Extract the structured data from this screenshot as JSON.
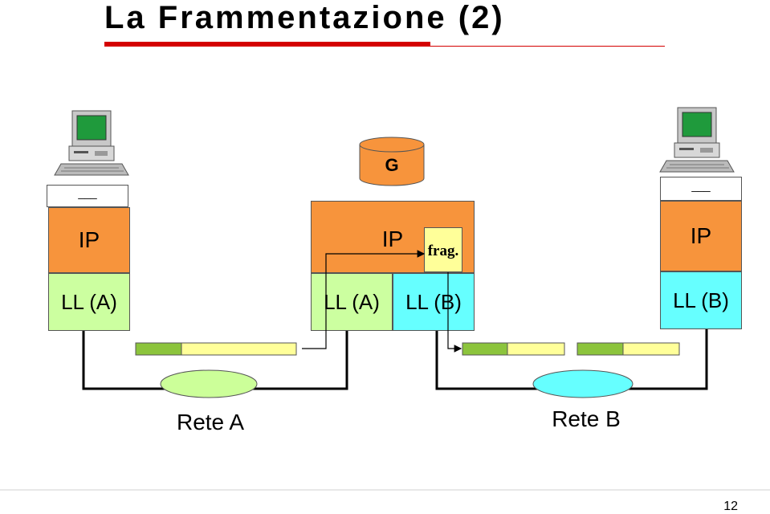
{
  "title": "La Frammentazione (2)",
  "gateway": {
    "label": "G"
  },
  "left_host": {
    "app_label": "___",
    "ip_label": "IP",
    "ll_label": "LL (A)"
  },
  "router": {
    "ip_label": "IP",
    "frag_label": "frag.",
    "ll_a_label": "LL (A)",
    "ll_b_label": "LL (B)"
  },
  "right_host": {
    "app_label": "___",
    "ip_label": "IP",
    "ll_label": "LL (B)"
  },
  "networks": [
    {
      "label": "Rete A"
    },
    {
      "label": "Rete B"
    }
  ],
  "page_number": "12",
  "colors": {
    "ip_orange": "#f7943c",
    "ll_green": "#ccffa0",
    "ll_cyan": "#66ffff",
    "frag_yellow": "#ffff99",
    "packet_header": "#8cc43c",
    "packet_payload": "#ffff99",
    "rete_a": "#ccff99",
    "rete_b": "#66ffff",
    "title_bar": "#d40000"
  }
}
